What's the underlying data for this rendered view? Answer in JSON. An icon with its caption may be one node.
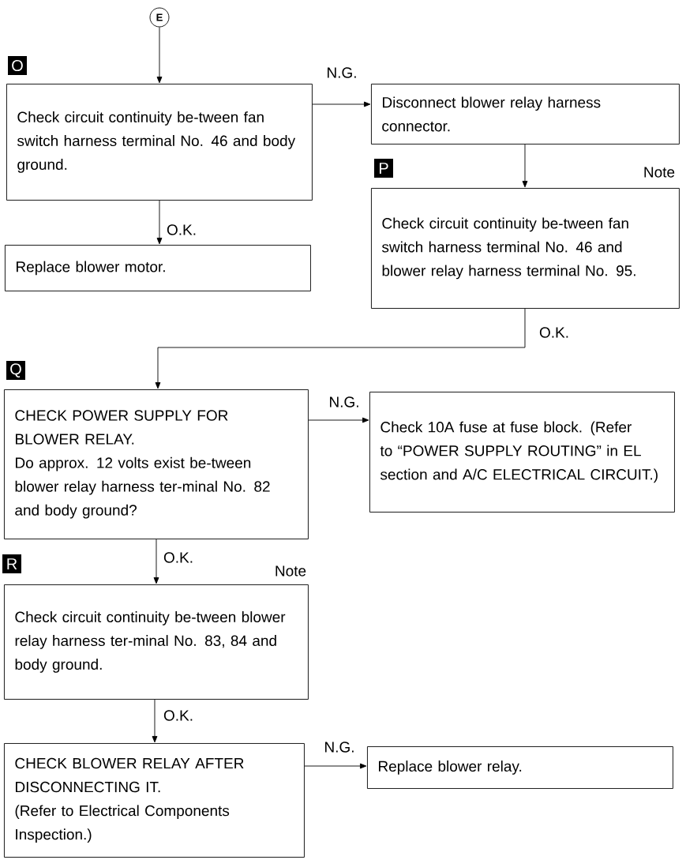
{
  "diagram": {
    "nodes": [
      {
        "text": [
          "E"
        ]
      },
      {
        "text": [
          "Check circuit continuity be-tween fan switch harness terminal No. 46 and body ground."
        ],
        "beside": [
          "O"
        ]
      },
      {
        "text": [
          "Disconnect blower relay harness connector."
        ]
      },
      {
        "text": [
          "Replace blower motor."
        ]
      },
      {
        "text": [
          "Check circuit continuity be-tween fan switch harness terminal No. 46 and blower relay harness terminal No. 95."
        ],
        "beside": [
          "P",
          "Note"
        ]
      },
      {
        "text": [
          "CHECK POWER SUPPLY FOR BLOWER RELAY.",
          "Do approx. 12 volts exist be-tween blower relay harness ter-minal No. 82 and body ground?"
        ],
        "beside": [
          "Q"
        ]
      },
      {
        "text": [
          "Check 10A fuse at fuse block. (Refer to “POWER SUPPLY ROUTING” in EL section and A/C ELECTRICAL CIRCUIT.)"
        ]
      },
      {
        "text": [
          "Check circuit continuity be-tween blower relay harness ter-minal No. 83, 84 and body ground."
        ],
        "beside": [
          "R",
          "Note"
        ]
      },
      {
        "text": [
          "CHECK BLOWER RELAY AFTER DISCONNECTING IT.",
          "(Refer to Electrical Components Inspection.)"
        ]
      },
      {
        "text": [
          "Replace blower relay."
        ]
      }
    ],
    "edges": [
      {
        "from": 0,
        "to": 1,
        "arrow": "to"
      },
      {
        "from": 1,
        "to": 2,
        "arrow": "to",
        "label": "N.G."
      },
      {
        "from": 1,
        "to": 3,
        "arrow": "to",
        "label": "O.K."
      },
      {
        "from": 2,
        "to": 4,
        "arrow": "to"
      },
      {
        "from": 4,
        "to": 5,
        "arrow": "to",
        "label": "O.K."
      },
      {
        "from": 5,
        "to": 6,
        "arrow": "to",
        "label": "N.G."
      },
      {
        "from": 5,
        "to": 7,
        "arrow": "to",
        "label": "O.K."
      },
      {
        "from": 7,
        "to": 8,
        "arrow": "to",
        "label": "O.K."
      },
      {
        "from": 8,
        "to": 9,
        "arrow": "to",
        "label": "N.G."
      }
    ]
  }
}
